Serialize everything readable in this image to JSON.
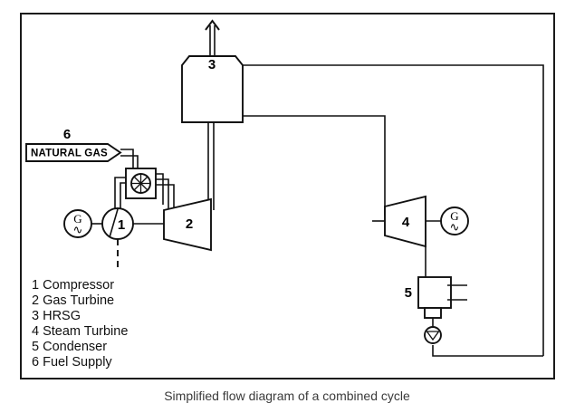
{
  "figure": {
    "caption": "Simplified flow diagram of a combined cycle",
    "frame_color": "#1a1a1a",
    "line_color": "#111111",
    "background": "#ffffff"
  },
  "components": {
    "compressor": {
      "id": "1",
      "name": "Compressor"
    },
    "gas_turbine": {
      "id": "2",
      "name": "Gas Turbine"
    },
    "hrsg": {
      "id": "3",
      "name": "HRSG"
    },
    "steam_turbine": {
      "id": "4",
      "name": "Steam Turbine"
    },
    "condenser": {
      "id": "5",
      "name": "Condenser"
    },
    "fuel_supply": {
      "id": "6",
      "name": "Fuel Supply",
      "banner_label": "NATURAL GAS"
    }
  },
  "generators": {
    "gas_gen": {
      "letter": "G",
      "wave": "∿"
    },
    "steam_gen": {
      "letter": "G",
      "wave": "∿"
    }
  },
  "legend": {
    "items": [
      {
        "num": "1",
        "label": "Compressor"
      },
      {
        "num": "2",
        "label": "Gas Turbine"
      },
      {
        "num": "3",
        "label": "HRSG"
      },
      {
        "num": "4",
        "label": "Steam Turbine"
      },
      {
        "num": "5",
        "label": "Condenser"
      },
      {
        "num": "6",
        "label": "Fuel Supply"
      }
    ],
    "lines": [
      "1 Compressor",
      "2 Gas Turbine",
      "3 HRSG",
      "4 Steam Turbine",
      "5 Condenser",
      "6 Fuel Supply"
    ]
  },
  "labels": {
    "hrsg_num": "3",
    "fuel_num": "6",
    "compressor_num": "1",
    "gas_turbine_num": "2",
    "steam_turbine_num": "4",
    "condenser_num": "5",
    "natural_gas": "NATURAL GAS"
  },
  "flows": {
    "stack_exhaust": "exhaust-to-stack",
    "gas_to_hrsg": "turbine-exhaust-duct",
    "main_steam": "hrsg-steam-to-steam-turbine",
    "feedwater": "pump-to-hrsg-feedwater",
    "air_intake": "ambient-air-intake",
    "fuel_line": "natural-gas-to-combustor"
  }
}
